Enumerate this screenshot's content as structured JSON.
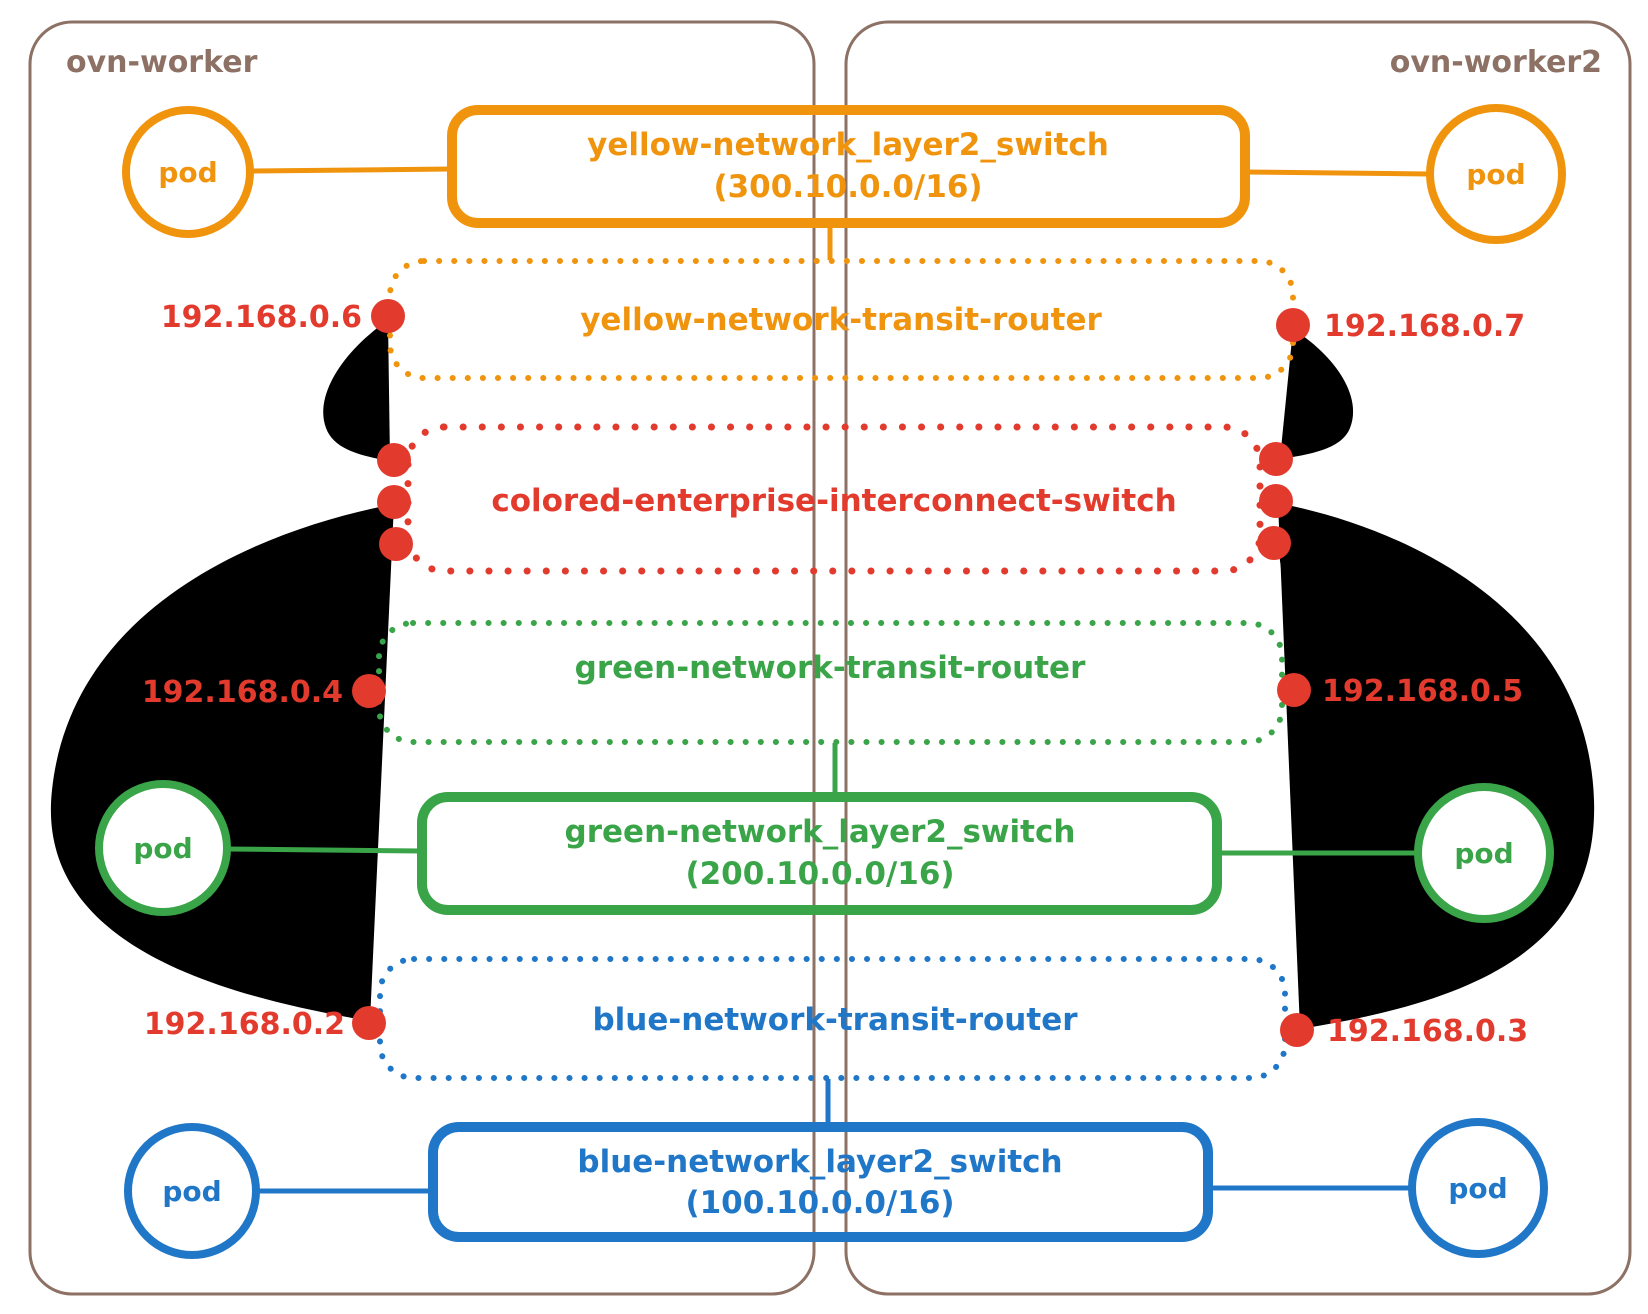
{
  "workers": {
    "left_label": "ovn-worker",
    "right_label": "ovn-worker2"
  },
  "pod_label": "pod",
  "yellow": {
    "switch_name": "yellow-network_layer2_switch",
    "switch_cidr": "(300.10.0.0/16)",
    "router_name": "yellow-network-transit-router",
    "ip_left": "192.168.0.6",
    "ip_right": "192.168.0.7"
  },
  "interconnect": {
    "name": "colored-enterprise-interconnect-switch"
  },
  "green": {
    "switch_name": "green-network_layer2_switch",
    "switch_cidr": "(200.10.0.0/16)",
    "router_name": "green-network-transit-router",
    "ip_left": "192.168.0.4",
    "ip_right": "192.168.0.5"
  },
  "blue": {
    "switch_name": "blue-network_layer2_switch",
    "switch_cidr": "(100.10.0.0/16)",
    "router_name": "blue-network-transit-router",
    "ip_left": "192.168.0.2",
    "ip_right": "192.168.0.3"
  },
  "colors": {
    "yellow": "#F0940D",
    "red": "#E23A2D",
    "green": "#3AA449",
    "blue": "#2077C8",
    "node_border": "#8D7165"
  }
}
